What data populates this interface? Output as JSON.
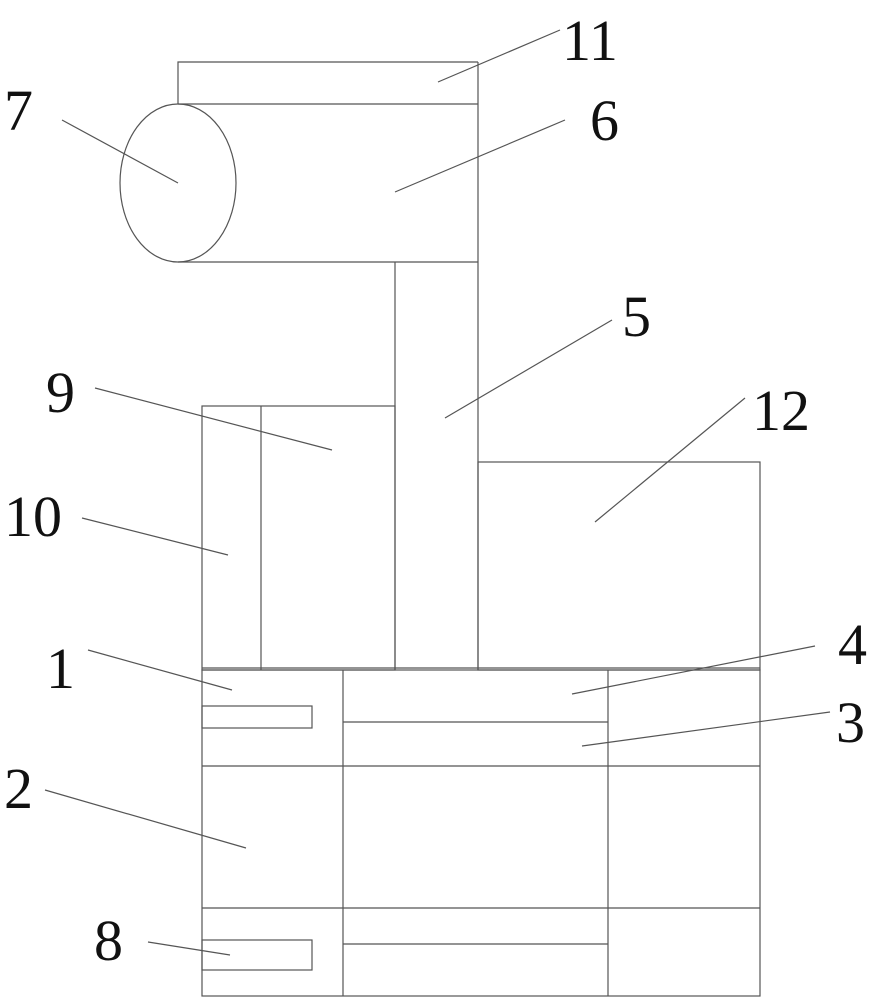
{
  "labels": {
    "part_1": "1",
    "part_2": "2",
    "part_3": "3",
    "part_4": "4",
    "part_5": "5",
    "part_6": "6",
    "part_7": "7",
    "part_8": "8",
    "part_9": "9",
    "part_10": "10",
    "part_11": "11",
    "part_12": "12"
  },
  "colors": {
    "line": "#555555",
    "text": "#111111",
    "background": "#ffffff"
  }
}
